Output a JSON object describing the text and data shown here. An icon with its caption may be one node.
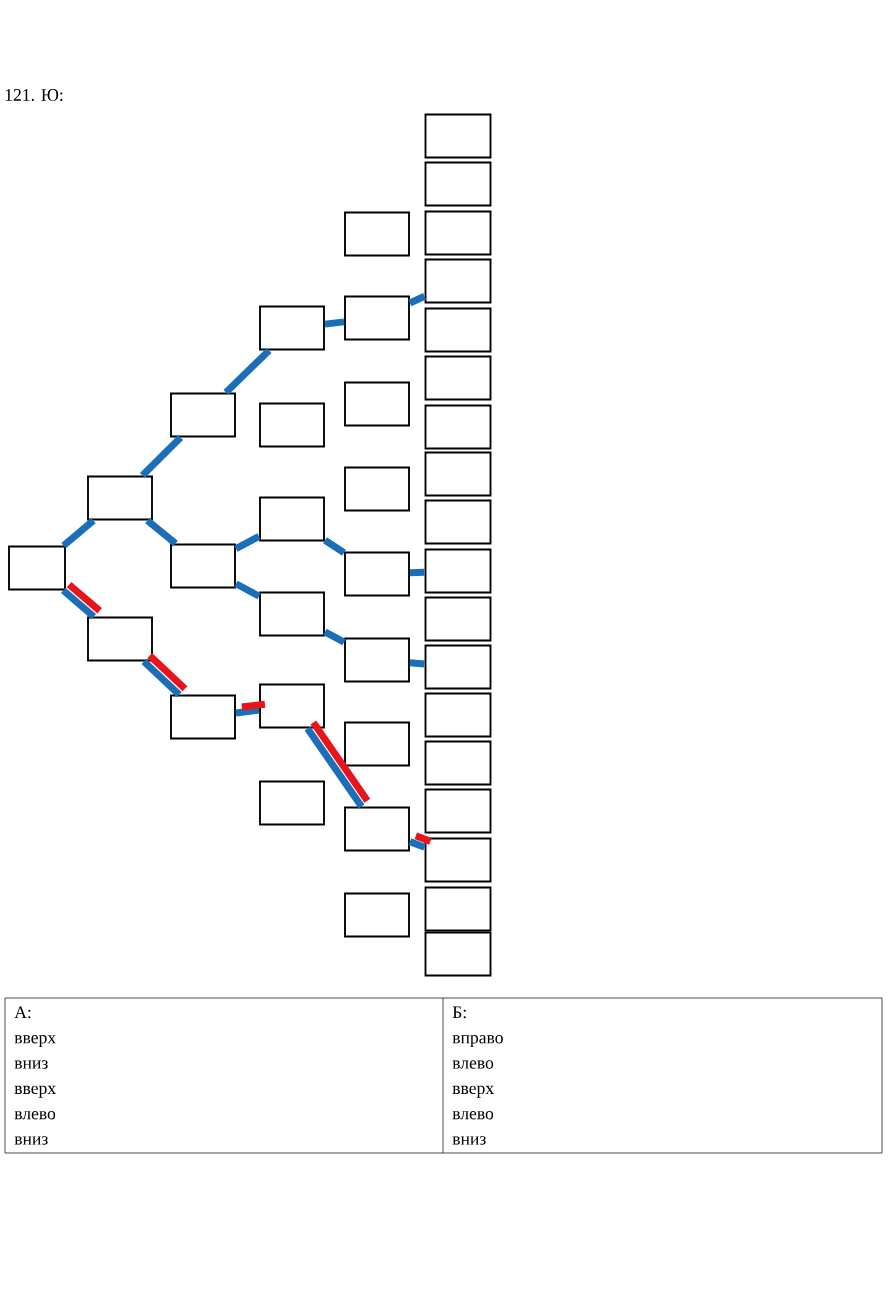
{
  "diagram": {
    "title": "121. Ю:",
    "nodes": [
      {
        "text": [],
        "shape": "box"
      },
      {
        "text": [],
        "shape": "box"
      },
      {
        "text": [],
        "shape": "box"
      },
      {
        "text": [],
        "shape": "box"
      },
      {
        "text": [],
        "shape": "box"
      },
      {
        "text": [],
        "shape": "box"
      },
      {
        "text": [],
        "shape": "box"
      },
      {
        "text": [],
        "shape": "box"
      },
      {
        "text": [],
        "shape": "box"
      },
      {
        "text": [],
        "shape": "box"
      },
      {
        "text": [],
        "shape": "box"
      },
      {
        "text": [],
        "shape": "box"
      },
      {
        "text": [],
        "shape": "box"
      },
      {
        "text": [],
        "shape": "box"
      },
      {
        "text": [],
        "shape": "box"
      },
      {
        "text": [],
        "shape": "box"
      },
      {
        "text": [],
        "shape": "box"
      },
      {
        "text": [],
        "shape": "box"
      },
      {
        "text": [],
        "shape": "box"
      },
      {
        "text": [],
        "shape": "box"
      },
      {
        "text": [],
        "shape": "box"
      },
      {
        "text": [],
        "shape": "box"
      },
      {
        "text": [],
        "shape": "box"
      },
      {
        "text": [],
        "shape": "box"
      },
      {
        "text": [],
        "shape": "box"
      },
      {
        "text": [],
        "shape": "box"
      },
      {
        "text": [],
        "shape": "box"
      },
      {
        "text": [],
        "shape": "box"
      },
      {
        "text": [],
        "shape": "box"
      },
      {
        "text": [],
        "shape": "box"
      },
      {
        "text": [],
        "shape": "box"
      },
      {
        "text": [],
        "shape": "box"
      },
      {
        "text": [],
        "shape": "box"
      },
      {
        "text": [],
        "shape": "box"
      },
      {
        "text": [],
        "shape": "box"
      },
      {
        "text": [],
        "shape": "box"
      },
      {
        "text": [],
        "shape": "box"
      },
      {
        "text": [],
        "shape": "box"
      },
      {
        "text": [],
        "shape": "box"
      }
    ],
    "edges": [
      {
        "from": 0,
        "to": 1,
        "arrow": "none"
      },
      {
        "from": 1,
        "to": 3,
        "arrow": "none"
      },
      {
        "from": 3,
        "to": 6,
        "arrow": "none"
      },
      {
        "from": 6,
        "to": 13,
        "arrow": "none"
      },
      {
        "from": 13,
        "to": 24,
        "arrow": "none"
      },
      {
        "from": 1,
        "to": 4,
        "arrow": "none"
      },
      {
        "from": 4,
        "to": 8,
        "arrow": "none"
      },
      {
        "from": 8,
        "to": 16,
        "arrow": "none"
      },
      {
        "from": 16,
        "to": 30,
        "arrow": "none"
      },
      {
        "from": 4,
        "to": 9,
        "arrow": "none"
      },
      {
        "from": 9,
        "to": 17,
        "arrow": "none"
      },
      {
        "from": 17,
        "to": 32,
        "arrow": "none"
      },
      {
        "from": 0,
        "to": 2,
        "arrow": "none"
      },
      {
        "from": 2,
        "to": 5,
        "arrow": "none"
      },
      {
        "from": 5,
        "to": 10,
        "arrow": "none"
      },
      {
        "from": 10,
        "to": 19,
        "arrow": "none"
      },
      {
        "from": 19,
        "to": 36,
        "arrow": "none"
      },
      {
        "from": 0,
        "to": 2,
        "arrow": "none",
        "color": "#e8141c"
      },
      {
        "from": 2,
        "to": 5,
        "arrow": "none",
        "color": "#e8141c"
      },
      {
        "from": 5,
        "to": 10,
        "arrow": "none",
        "color": "#e8141c"
      },
      {
        "from": 10,
        "to": 19,
        "arrow": "none",
        "color": "#e8141c"
      },
      {
        "from": 19,
        "to": 36,
        "arrow": "none",
        "color": "#e8141c"
      }
    ],
    "labels": [
      "А:",
      "Б:",
      "вверх",
      "вправо",
      "вниз",
      "влево",
      "вверх",
      "вверх",
      "влево",
      "влево",
      "вниз",
      "вниз"
    ]
  }
}
